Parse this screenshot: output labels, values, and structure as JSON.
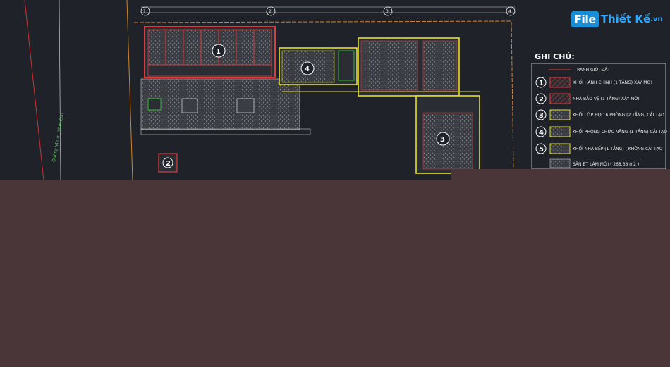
{
  "logo": {
    "part1": "File",
    "part2": "Thiết Kế",
    "part3": ".vn"
  },
  "legend": {
    "title": "GHI CHÚ:",
    "items": [
      {
        "symbol": "",
        "text": "- RANH GIỚI ĐẤT"
      },
      {
        "symbol": "1",
        "text": "KHỐI HÀNH CHÍNH (1 TẦNG) XÂY MỚI",
        "swatch": "red"
      },
      {
        "symbol": "2",
        "text": "NHÀ BẢO VỆ (1 TẦNG) XÂY MỚI",
        "swatch": "red"
      },
      {
        "symbol": "3",
        "text": "KHỐI LỚP HỌC 6 PHÒNG (2 TẦNG) CẢI TẠO",
        "swatch": "yellow"
      },
      {
        "symbol": "4",
        "text": "KHỐI PHÒNG CHỨC NĂNG (1 TẦNG) CẢI TẠO",
        "swatch": "yellow"
      },
      {
        "symbol": "5",
        "text": "KHỐI NHÀ BẾP (1 TẦNG) ( KHÔNG CẢI TẠO",
        "swatch": "yellow"
      },
      {
        "symbol": "",
        "text": "SÂN BT LÀM MỚI ( 268.38 m2 )",
        "swatch": "hatch"
      }
    ]
  },
  "plan_labels": {
    "block1": "1",
    "block2": "2",
    "block3": "3",
    "block4": "4",
    "road": "Đường Vĩ Cư - Vĩnh Cửu"
  },
  "grid_markers": [
    "1",
    "2",
    "3",
    "4"
  ],
  "colors": {
    "background": "#1f2329",
    "lower_fill": "#4a3538",
    "red_line": "#e23a3a",
    "yellow_line": "#e6e020",
    "green_text": "#2fd02f",
    "white": "#ffffff"
  }
}
